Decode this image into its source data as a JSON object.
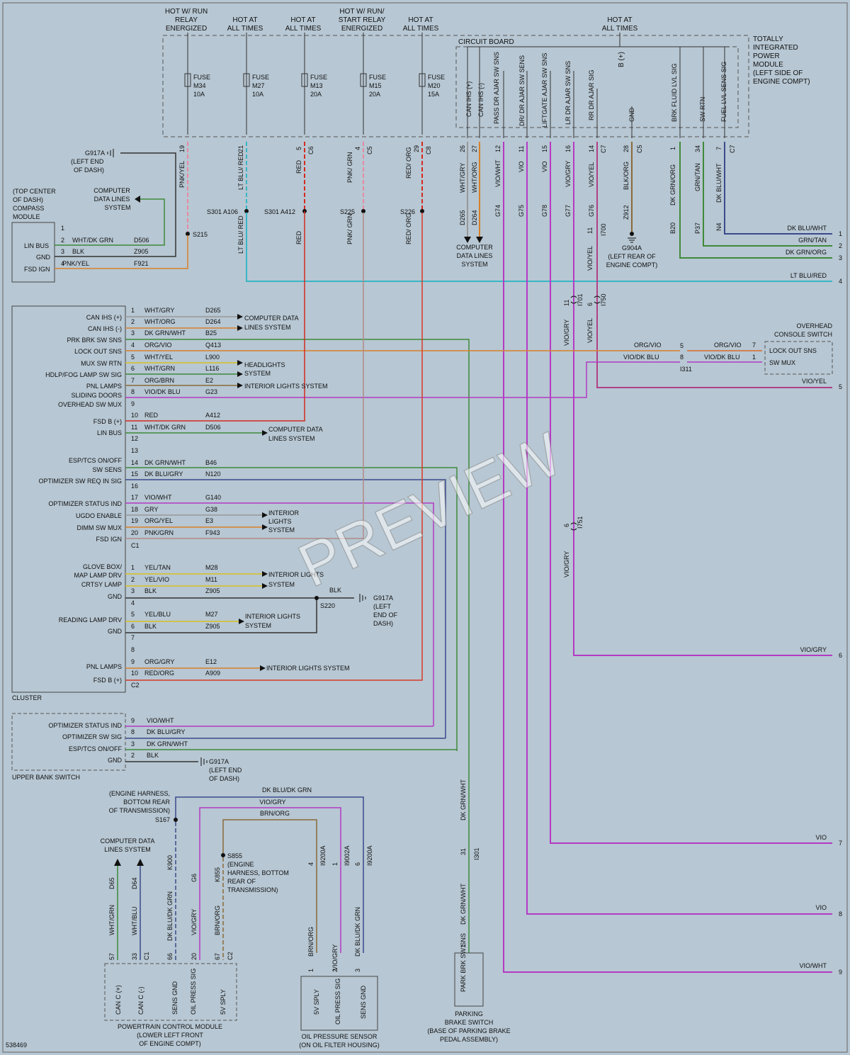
{
  "diagram_id": "538469",
  "watermark": "PREVIEW",
  "colors": {
    "background": "#b7c7d3",
    "ink": "#1c1c1c",
    "pink": "#e88aa2",
    "lt_blu_red": "#38b6c4",
    "red": "#d42a1e",
    "pnk_grn": "#b08a86",
    "red_org": "#d83a28",
    "green": "#3f8a3a",
    "navy": "#3a4a8c",
    "violet": "#b43ac4",
    "violet_red": "#b04088",
    "brown": "#8a6a3a",
    "orange": "#d9802a",
    "yellow": "#d8c020",
    "gray": "#7a7a7a"
  },
  "top_headers": [
    "HOT W/ RUN",
    "RELAY",
    "ENERGIZED",
    "HOT AT",
    "ALL TIMES",
    "HOT AT",
    "ALL TIMES",
    "HOT W/ RUN/",
    "START RELAY",
    "ENERGIZED",
    "HOT AT",
    "ALL TIMES",
    "HOT AT",
    "ALL TIMES"
  ],
  "tipm_label": [
    "TOTALLY",
    "INTEGRATED",
    "POWER",
    "MODULE",
    "(LEFT SIDE OF",
    "ENGINE COMPT)"
  ],
  "circuit_board": "CIRCUIT BOARD",
  "b_plus": "B (+)",
  "fuses": [
    {
      "name": "FUSE",
      "id": "M34",
      "amp": "10A",
      "cav": "19",
      "conn": "",
      "wire": "PNK/YEL",
      "splice": "S215"
    },
    {
      "name": "FUSE",
      "id": "M27",
      "amp": "10A",
      "cav": "21",
      "conn": "",
      "wire": "LT BLU/ RED",
      "splice": "S301 A106"
    },
    {
      "name": "FUSE",
      "id": "M13",
      "amp": "20A",
      "cav": "5",
      "conn": "C6",
      "wire": "RED",
      "splice": "S301 A412"
    },
    {
      "name": "FUSE",
      "id": "M15",
      "amp": "20A",
      "cav": "4",
      "conn": "C5",
      "wire": "PNK/ GRN",
      "splice": "S225"
    },
    {
      "name": "FUSE",
      "id": "M20",
      "amp": "15A",
      "cav": "29",
      "conn": "C8",
      "wire": "RED/ ORG",
      "splice": "S226"
    }
  ],
  "lower_wire_labels": [
    "LT BLU/ RED",
    "RED",
    "PNK/ GRN",
    "RED/ ORG"
  ],
  "tipm_pins": [
    "CAN IHS (+)",
    "CAN IHS (-)",
    "PASS DR AJAR SW SNS",
    "DR/ DR AJAR SW SENS",
    "LIFTGATE AJAR SW SNS",
    "LR DR AJAR SW SNS",
    "RR DR AJAR SIG",
    "GND",
    "BRK FLUID LVL SIG",
    "SW RTN",
    "FUEL LVL SENS SIG"
  ],
  "tipm_cavs": [
    "26",
    "27",
    "12",
    "11",
    "15",
    "16",
    "14",
    "28",
    "1",
    "34",
    "7"
  ],
  "tipm_conns": [
    "C7",
    "C5",
    "C7"
  ],
  "tipm_wires": [
    "WHT/GRY",
    "WHT/ORG",
    "VIO/WHT",
    "VIO",
    "VIO",
    "VIO/GRY",
    "VIO/YEL",
    "BLK/ORG",
    "DK GRN/ORG",
    "GRN/TAN",
    "DK BLU/WHT"
  ],
  "tipm_circuits": [
    "D265",
    "D264",
    "G74",
    "G75",
    "G78",
    "G77",
    "G76",
    "Z912",
    "B20",
    "P37",
    "N4"
  ],
  "can_dest": [
    "COMPUTER",
    "DATA LINES",
    "SYSTEM"
  ],
  "g904a": [
    "G904A",
    "(LEFT REAR OF",
    "ENGINE COMPT)"
  ],
  "inline_cav": [
    "11",
    "I700",
    "11",
    "I701",
    "6",
    "I750",
    "6",
    "I751",
    "31",
    "I301"
  ],
  "right_wires": [
    "DK BLU/WHT",
    "GRN/TAN",
    "DK GRN/ORG",
    "LT BLU/RED",
    "VIO/YEL",
    "VIO/GRY",
    "VIO",
    "VIO",
    "VIO/WHT"
  ],
  "right_nums": [
    "1",
    "2",
    "3",
    "4",
    "5",
    "6",
    "7",
    "8",
    "9"
  ],
  "g917a_top": [
    "G917A",
    "(LEFT END",
    "OF DASH)"
  ],
  "compass": {
    "title": [
      "(TOP CENTER",
      "OF DASH)",
      "COMPASS",
      "MODULE"
    ],
    "data_lines": [
      "COMPUTER",
      "DATA LINES",
      "SYSTEM"
    ],
    "pins": [
      "LIN BUS",
      "GND",
      "FSD IGN"
    ],
    "nums": [
      "1",
      "2",
      "3",
      "4"
    ],
    "wires": [
      "WHT/DK GRN",
      "BLK",
      "PNK/YEL"
    ],
    "circuits": [
      "D506",
      "Z905",
      "F921"
    ]
  },
  "cluster": {
    "title": "CLUSTER",
    "c1": "C1",
    "c2": "C2",
    "c1_pins": [
      "CAN IHS (+)",
      "CAN IHS (-)",
      "PRK BRK SW SNS",
      "LOCK OUT SNS",
      "MUX SW RTN",
      "HDLP/FOG LAMP SW SIG",
      "PNL LAMPS",
      "SLIDING DOORS",
      "OVERHEAD SW MUX",
      "FSD B (+)",
      "LIN BUS",
      "ESP/TCS ON/OFF",
      "SW SENS",
      "OPTIMIZER SW REQ IN SIG",
      "OPTIMIZER STATUS IND",
      "UGDO ENABLE",
      "DIMM SW MUX",
      "FSD IGN"
    ],
    "c1_nums": [
      "1",
      "2",
      "3",
      "4",
      "5",
      "6",
      "7",
      "8",
      "9",
      "10",
      "11",
      "12",
      "13",
      "14",
      "15",
      "16",
      "17",
      "18",
      "19",
      "20"
    ],
    "c1_wires": [
      "WHT/GRY",
      "WHT/ORG",
      "DK GRN/WHT",
      "ORG/VIO",
      "WHT/YEL",
      "WHT/GRN",
      "ORG/BRN",
      "VIO/DK BLU",
      "RED",
      "WHT/DK GRN",
      "DK GRN/WHT",
      "DK BLU/GRY",
      "VIO/WHT",
      "GRY",
      "ORG/YEL",
      "PNK/GRN"
    ],
    "c1_circuits": [
      "D265",
      "D264",
      "B25",
      "Q413",
      "L900",
      "L116",
      "E2",
      "G23",
      "A412",
      "D506",
      "B46",
      "N120",
      "G140",
      "G38",
      "E3",
      "F943"
    ],
    "c1_dests": [
      "COMPUTER DATA",
      "LINES SYSTEM",
      "HEADLIGHTS",
      "SYSTEM",
      "INTERIOR LIGHTS SYSTEM",
      "COMPUTER DATA",
      "LINES SYSTEM",
      "INTERIOR",
      "LIGHTS",
      "SYSTEM"
    ],
    "c2_pins": [
      "GLOVE BOX/",
      "MAP LAMP DRV",
      "CRTSY LAMP",
      "GND",
      "READING LAMP DRV",
      "GND",
      "PNL LAMPS",
      "FSD B (+)"
    ],
    "c2_nums": [
      "1",
      "2",
      "3",
      "4",
      "5",
      "6",
      "7",
      "8",
      "9",
      "10"
    ],
    "c2_wires": [
      "YEL/TAN",
      "YEL/VIO",
      "BLK",
      "YEL/BLU",
      "BLK",
      "ORG/GRY",
      "RED/ORG"
    ],
    "c2_circuits": [
      "M28",
      "M11",
      "Z905",
      "M27",
      "Z905",
      "E12",
      "A909"
    ],
    "c2_dests": [
      "INTERIOR LIGHTS",
      "SYSTEM",
      "INTERIOR LIGHTS",
      "SYSTEM",
      "INTERIOR LIGHTS SYSTEM"
    ],
    "s220": "S220",
    "blk": "BLK",
    "g917a": [
      "G917A",
      "(LEFT",
      "END OF",
      "DASH)"
    ]
  },
  "overhead": {
    "title": [
      "OVERHEAD",
      "CONSOLE SWITCH"
    ],
    "pins": [
      "LOCK OUT SNS",
      "SW MUX"
    ],
    "nums": [
      "7",
      "1"
    ],
    "wires": [
      "ORG/VIO",
      "VIO/DK BLU",
      "ORG/VIO",
      "VIO/DK BLU"
    ],
    "inline": [
      "5",
      "8",
      "I311"
    ]
  },
  "upper_bank": {
    "title": "UPPER BANK SWITCH",
    "pins": [
      "OPTIMIZER STATUS IND",
      "OPTIMIZER SW SIG",
      "ESP/TCS ON/OFF",
      "GND"
    ],
    "nums": [
      "9",
      "8",
      "3",
      "2"
    ],
    "wires": [
      "VIO/WHT",
      "DK BLU/GRY",
      "DK GRN/WHT",
      "BLK"
    ],
    "g917a": [
      "G917A",
      "(LEFT END",
      "OF DASH)"
    ]
  },
  "pcm": {
    "title": [
      "POWERTRAIN CONTROL MODULE",
      "(LOWER LEFT FRONT",
      "OF ENGINE COMPT)"
    ],
    "pins": [
      "CAN C (+)",
      "CAN C (-)",
      "SENS GND",
      "OIL PRESS SIG",
      "5V SPLY"
    ],
    "cavs": [
      "57",
      "33",
      "66",
      "20",
      "67"
    ],
    "conns": [
      "C1",
      "C2"
    ],
    "wires": [
      "WHT/GRN",
      "WHT/BLU",
      "DK BLU/DK GRN",
      "VIO/GRY",
      "BRN/ORG"
    ],
    "circuits": [
      "D65",
      "D64",
      "K900",
      "G6",
      "K855"
    ],
    "data_lines": [
      "COMPUTER DATA",
      "LINES SYSTEM"
    ],
    "s167": [
      "(ENGINE HARNESS,",
      "BOTTOM REAR",
      "OF TRANSMISSION)",
      "S167"
    ],
    "s855": [
      "S855",
      "(ENGINE",
      "HARNESS, BOTTOM",
      "REAR OF",
      "TRANSMISSION)"
    ],
    "harness_wires": [
      "DK BLU/DK GRN",
      "VIO/GRY",
      "BRN/ORG"
    ]
  },
  "oil_sensor": {
    "title": [
      "OIL PRESSURE SENSOR",
      "(ON OIL FILTER HOUSING)"
    ],
    "pins": [
      "5V SPLY",
      "OIL PRESS SIG",
      "SENS GND"
    ],
    "cavs": [
      "1",
      "2",
      "3"
    ],
    "inline_cavs": [
      "4",
      "I9200A",
      "1",
      "I9002A",
      "6",
      "I9200A"
    ],
    "wires": [
      "BRN/ORG",
      "VIO/GRY",
      "DK BLU/DK GRN"
    ]
  },
  "park_brake": {
    "title": [
      "PARKING",
      "BRAKE SWITCH",
      "(BASE OF PARKING BRAKE",
      "PEDAL ASSEMBLY)"
    ],
    "pin": "PARK BRK SW SNS",
    "cav": "1",
    "wire": "DK GRN/WHT"
  }
}
